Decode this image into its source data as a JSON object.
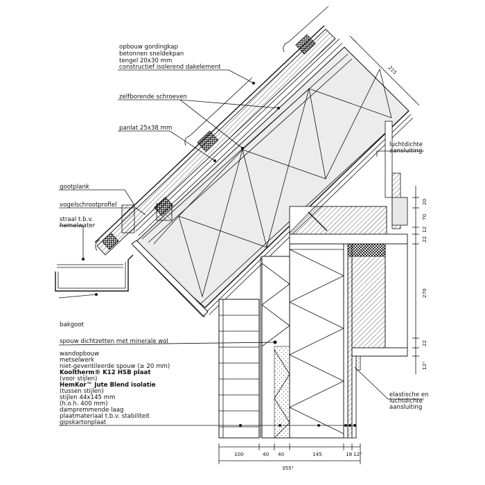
{
  "roof_labels": {
    "l1": "opbouw gordingkap",
    "l2": "betonnen sneldekpan",
    "l3": "tengel 20x30 mm",
    "l4": "constructief isolerend dakelement",
    "l5": "zelfborende schroeven",
    "l6": "panlat 25x38 mm"
  },
  "eave_labels": {
    "gootplank": "gootplank",
    "vogelschroot": "vogelschrootprofiel",
    "straat1": "straal t.b.v.",
    "straat2": "hemelwater",
    "bakgoot": "bakgoot"
  },
  "right_labels": {
    "lucht1": "luchtdichte",
    "lucht2": "aansluiting",
    "elast1": "elastische en",
    "elast2": "luchtdichte",
    "elast3": "aansluiting"
  },
  "spouw_label": "spouw dichtzetten met minerale wol",
  "wall_labels": {
    "w1": "wandopbouw",
    "w2": "metselwerk",
    "w3": "niet-geventileerde spouw (≥ 20 mm)",
    "w4": "Kooltherm® K12 HSB plaat",
    "w5": "(voor stijlen)",
    "w6": "HemKor™ Jute Blend isolatie",
    "w7": "(tussen stijlen)",
    "w8": "stijlen 44x145 mm",
    "w9": "(h.o.h. 400 mm)",
    "w10": "dampremmende laag",
    "w11": "plaatmateriaal t.b.v. stabiliteit",
    "w12": "gipskartonplaat"
  },
  "dimensions": {
    "roof_thickness": "215",
    "bottom_100": "100",
    "bottom_40a": "40",
    "bottom_40b": "40",
    "bottom_145": "145",
    "bottom_18": "18",
    "bottom_12": "12⁵",
    "bottom_total": "355⁵",
    "right_20": "20",
    "right_70": "70",
    "right_12": "12",
    "right_22a": "22",
    "right_270": "270",
    "right_22b": "22",
    "right_12b": "12⁵"
  }
}
